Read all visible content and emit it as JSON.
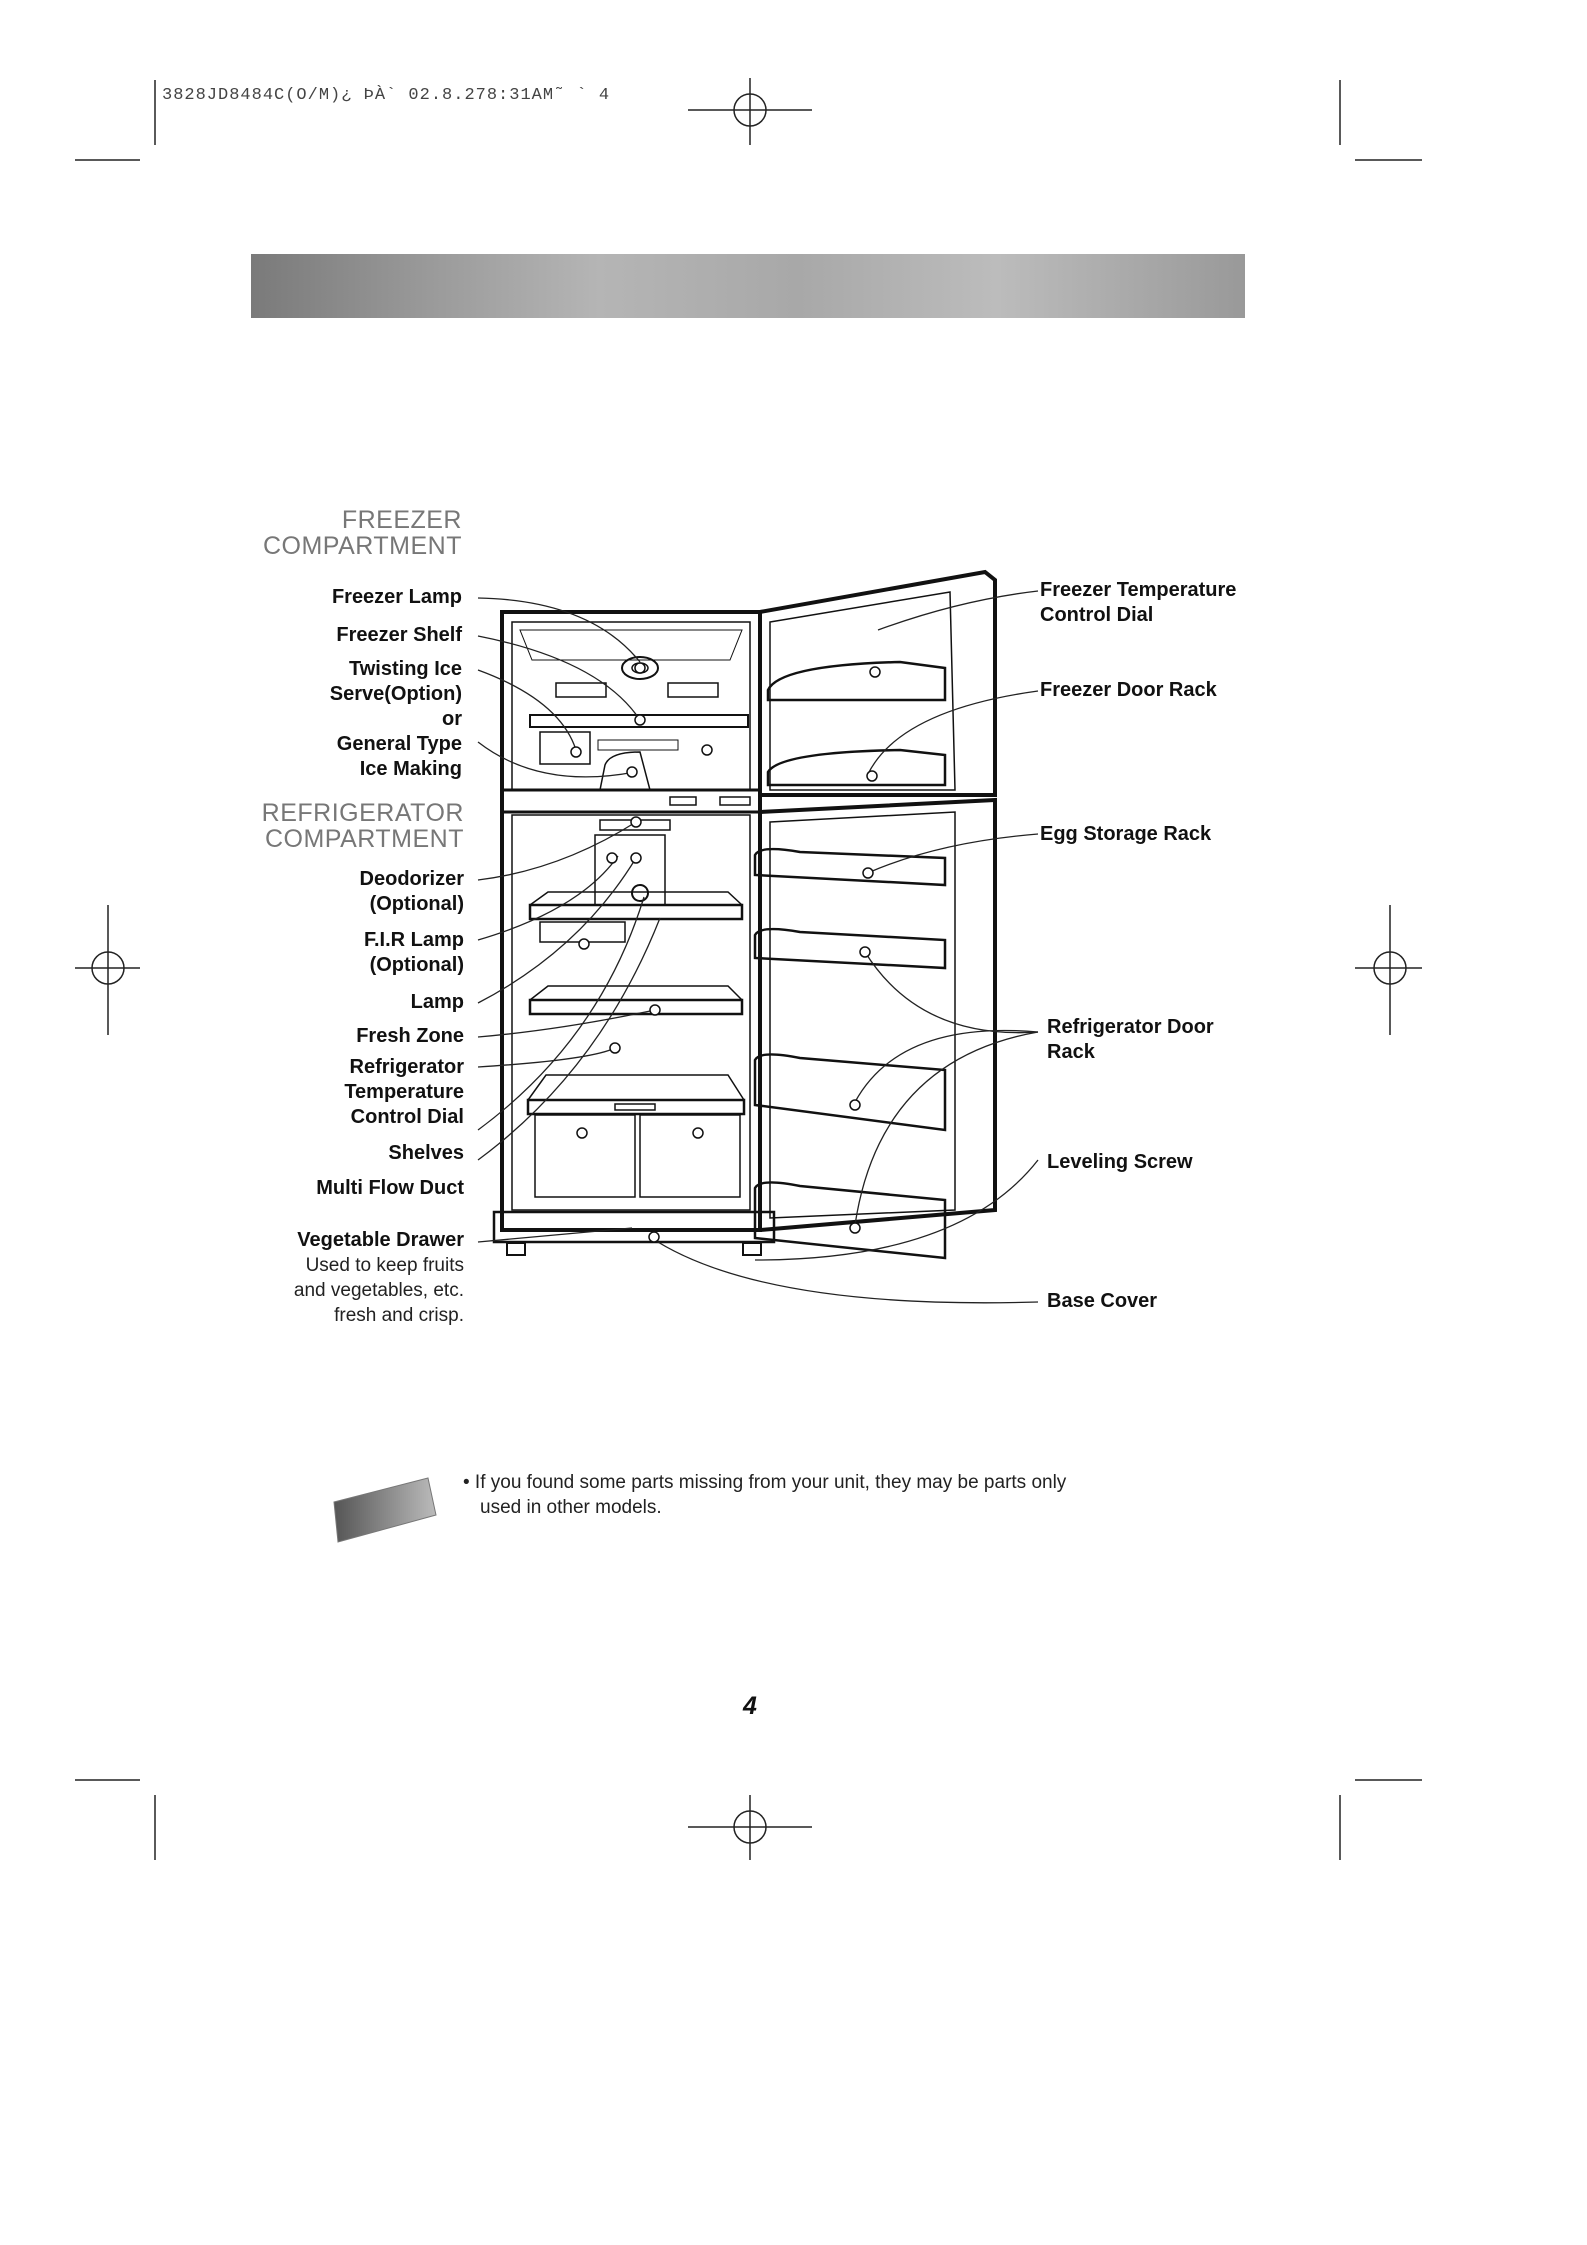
{
  "print_slug": "3828JD8484C(O/M)¿  ÞÀ`   02.8.278:31AM˜  ` 4",
  "sections": {
    "freezer": [
      "FREEZER",
      "COMPARTMENT"
    ],
    "refrigerator": [
      "REFRIGERATOR",
      "COMPARTMENT"
    ]
  },
  "left_labels": {
    "freezer_lamp": "Freezer Lamp",
    "freezer_shelf": "Freezer Shelf",
    "twisting_ice_1": "Twisting Ice",
    "twisting_ice_2": "Serve(Option)",
    "or": "or",
    "general_type_1": "General Type",
    "general_type_2": "Ice Making",
    "deodorizer_1": "Deodorizer",
    "deodorizer_2": "(Optional)",
    "fir_lamp_1": "F.I.R Lamp",
    "fir_lamp_2": "(Optional)",
    "lamp": "Lamp",
    "fresh_zone": "Fresh Zone",
    "ref_temp_1": "Refrigerator",
    "ref_temp_2": "Temperature",
    "ref_temp_3": "Control Dial",
    "shelves": "Shelves",
    "multi_flow": "Multi Flow Duct",
    "vegetable_drawer": "Vegetable Drawer",
    "veg_desc_1": "Used to keep fruits",
    "veg_desc_2": "and vegetables, etc.",
    "veg_desc_3": "fresh and crisp."
  },
  "right_labels": {
    "freezer_temp_1": "Freezer Temperature",
    "freezer_temp_2": "Control Dial",
    "freezer_door_rack": "Freezer Door Rack",
    "egg_storage": "Egg Storage Rack",
    "ref_door_rack_1": "Refrigerator Door",
    "ref_door_rack_2": "Rack",
    "leveling_screw": "Leveling Screw",
    "base_cover": "Base Cover"
  },
  "note": {
    "line1": "• If you found some parts missing from your unit, they may be parts only",
    "line2": "used in other models."
  },
  "page_number": "4"
}
